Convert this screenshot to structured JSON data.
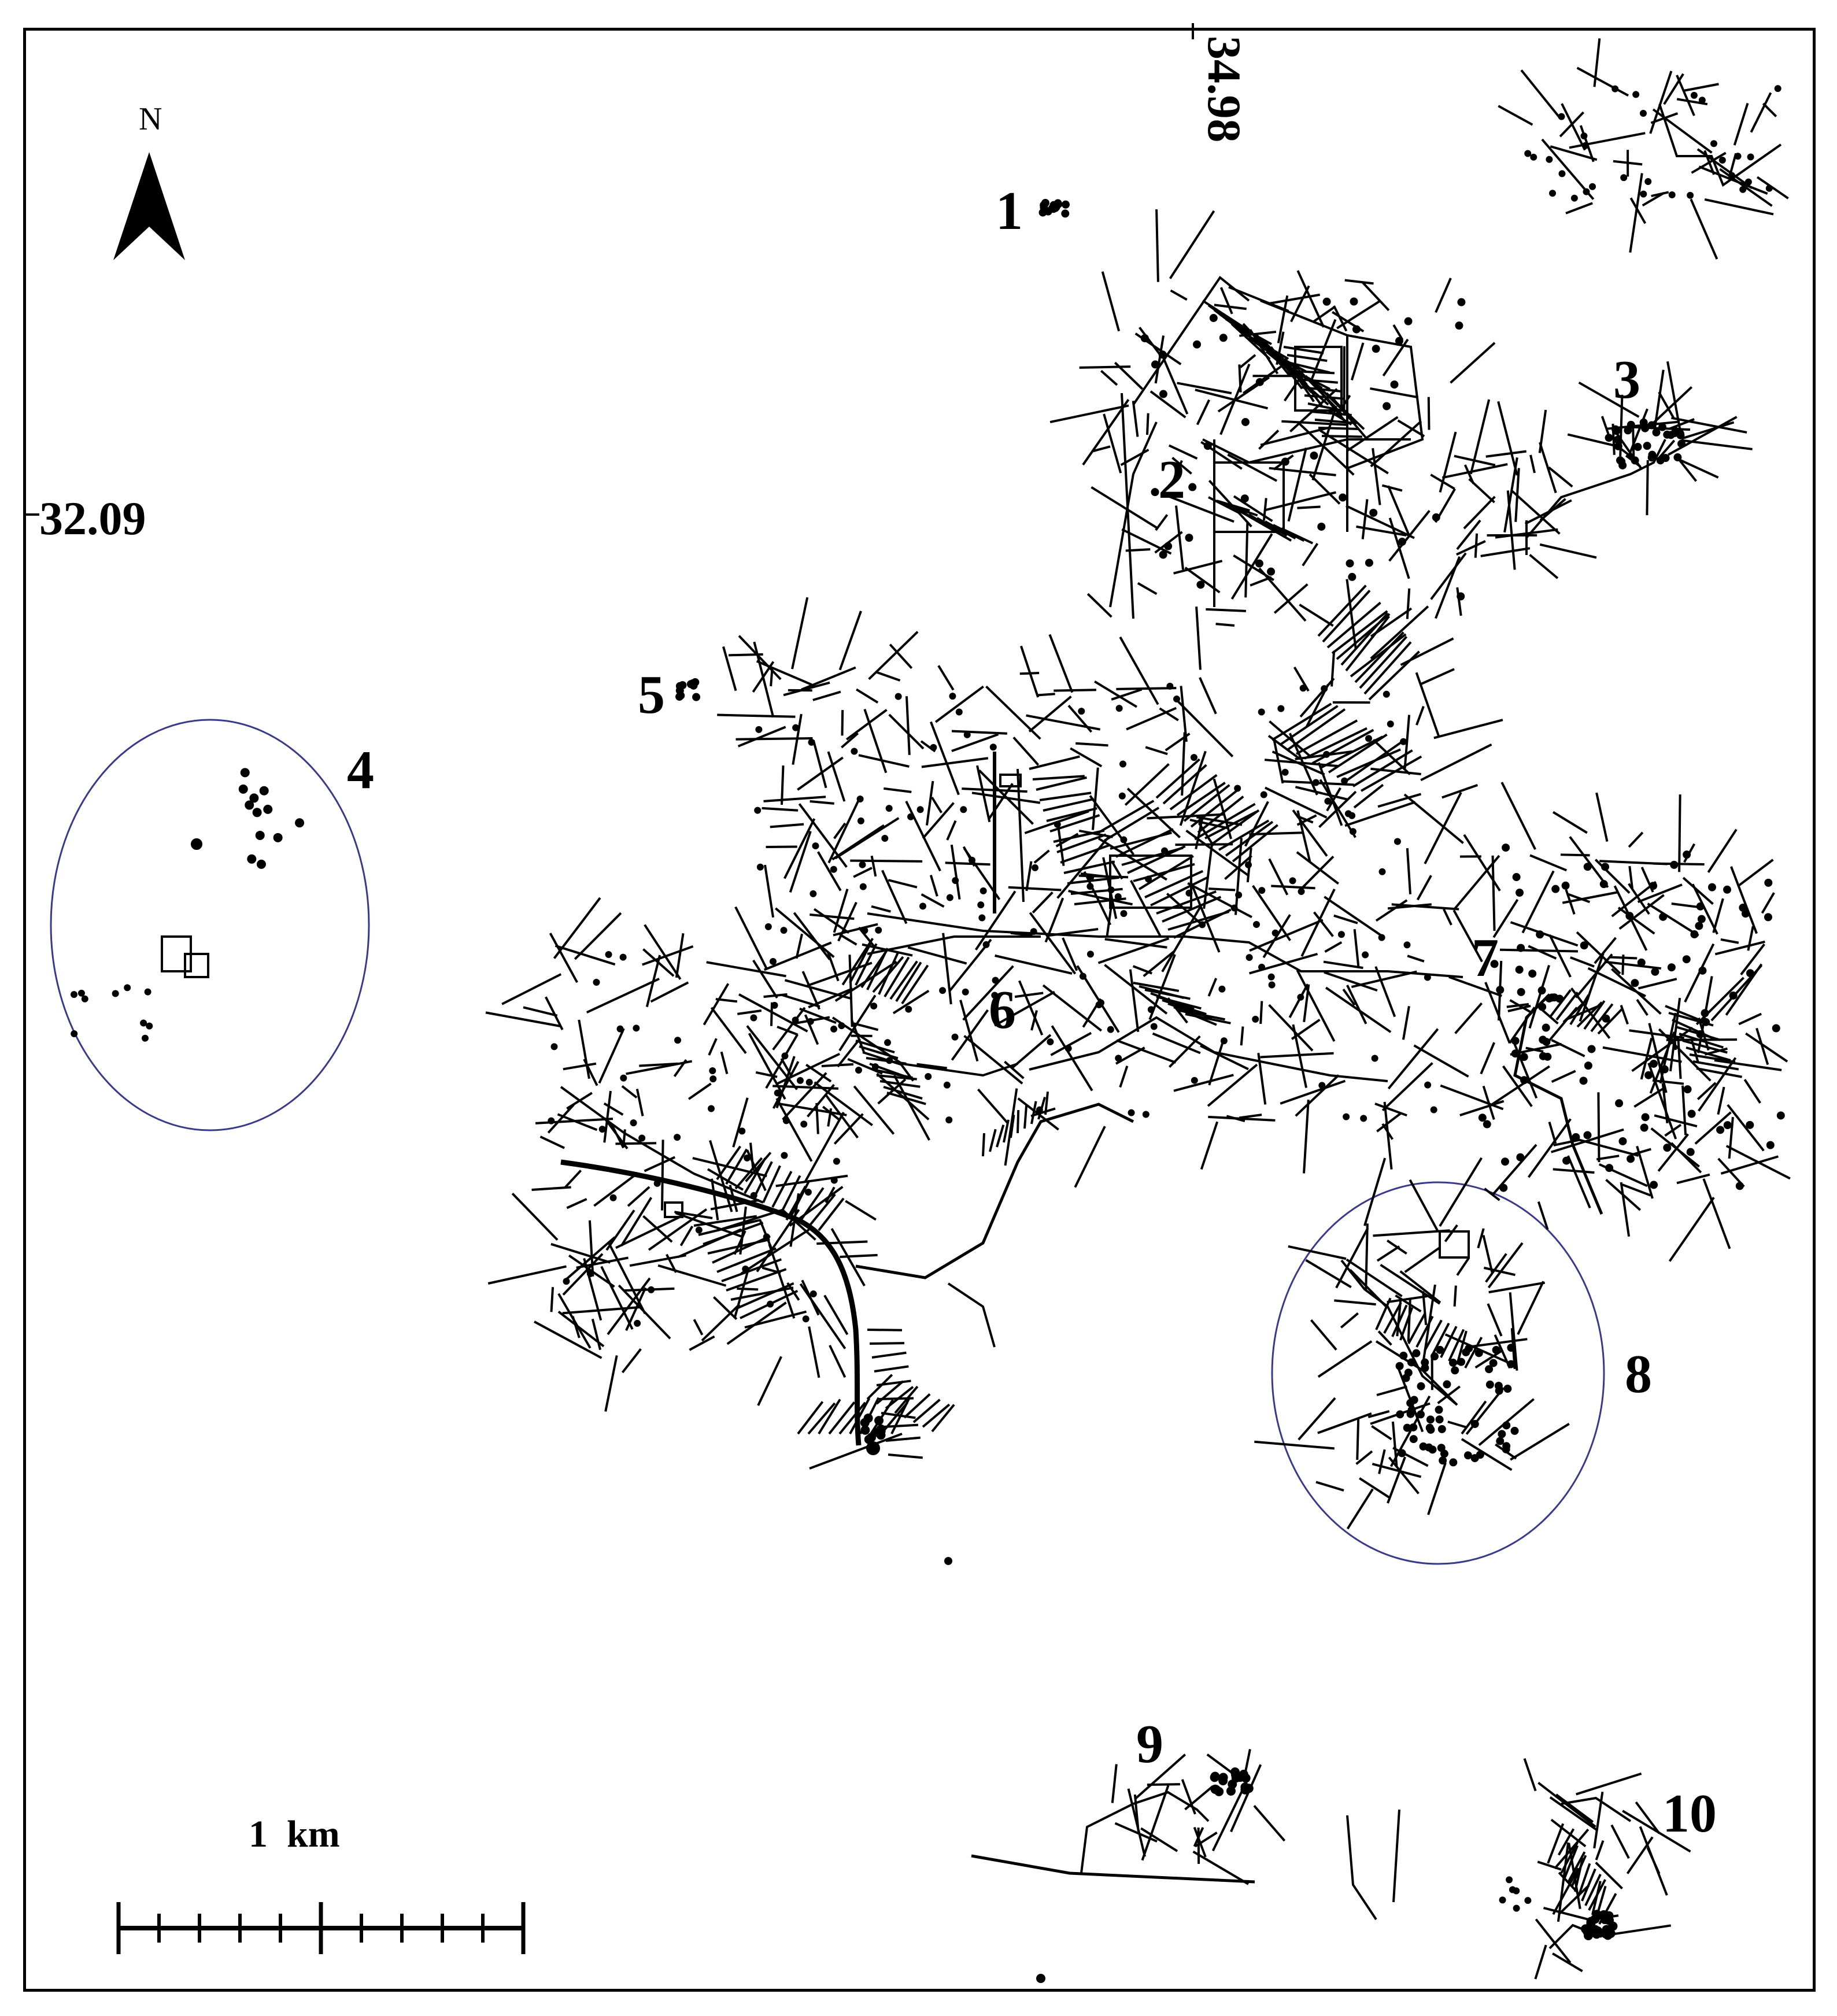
{
  "map": {
    "north_label": "N",
    "coordinates": {
      "longitude": "34.98",
      "latitude": "32.09"
    },
    "scale_label": "1  km",
    "site_labels": [
      "1",
      "2",
      "3",
      "4",
      "5",
      "6",
      "7",
      "8",
      "9",
      "10"
    ],
    "highlighted_sites": [
      "4",
      "8"
    ],
    "colors": {
      "features": "#000000",
      "highlight_ellipse": "#3a3a8c",
      "background": "#ffffff"
    }
  }
}
